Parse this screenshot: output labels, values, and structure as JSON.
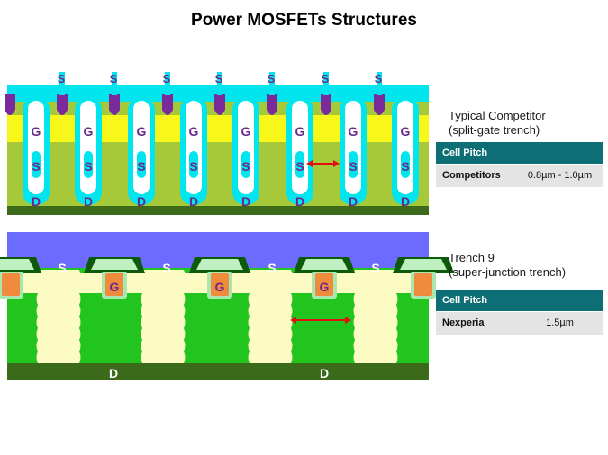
{
  "title": "Power MOSFETs Structures",
  "labels": {
    "source": "S",
    "gate": "G",
    "drain": "D"
  },
  "top": {
    "caption_line1": "Typical Competitor",
    "caption_line2": "(split-gate trench)",
    "table_header": "Cell Pitch",
    "row_label": "Competitors",
    "row_value": "0.8µm - 1.0µm"
  },
  "bottom": {
    "caption_line1": "Trench 9",
    "caption_line2": "(super-junction trench)",
    "table_header": "Cell Pitch",
    "row_label": "Nexperia",
    "row_value": "1.5µm"
  },
  "colors": {
    "substrate": "#3b6b1a",
    "drift_top": "#a6c93a",
    "pbody_top": "#f7f71a",
    "oxide_top": "#00e5ee",
    "trench_white": "#ffffff",
    "metal_bottom": "#6b6bff",
    "drift_bottom": "#22c41e",
    "pillar": "#fdfbc4",
    "gate_bottom": "#f08a3c",
    "dark_band": "#0c5a0a",
    "contact": "#7a2a9a",
    "arrow": "#e01010",
    "table_header": "#0e6e76"
  }
}
